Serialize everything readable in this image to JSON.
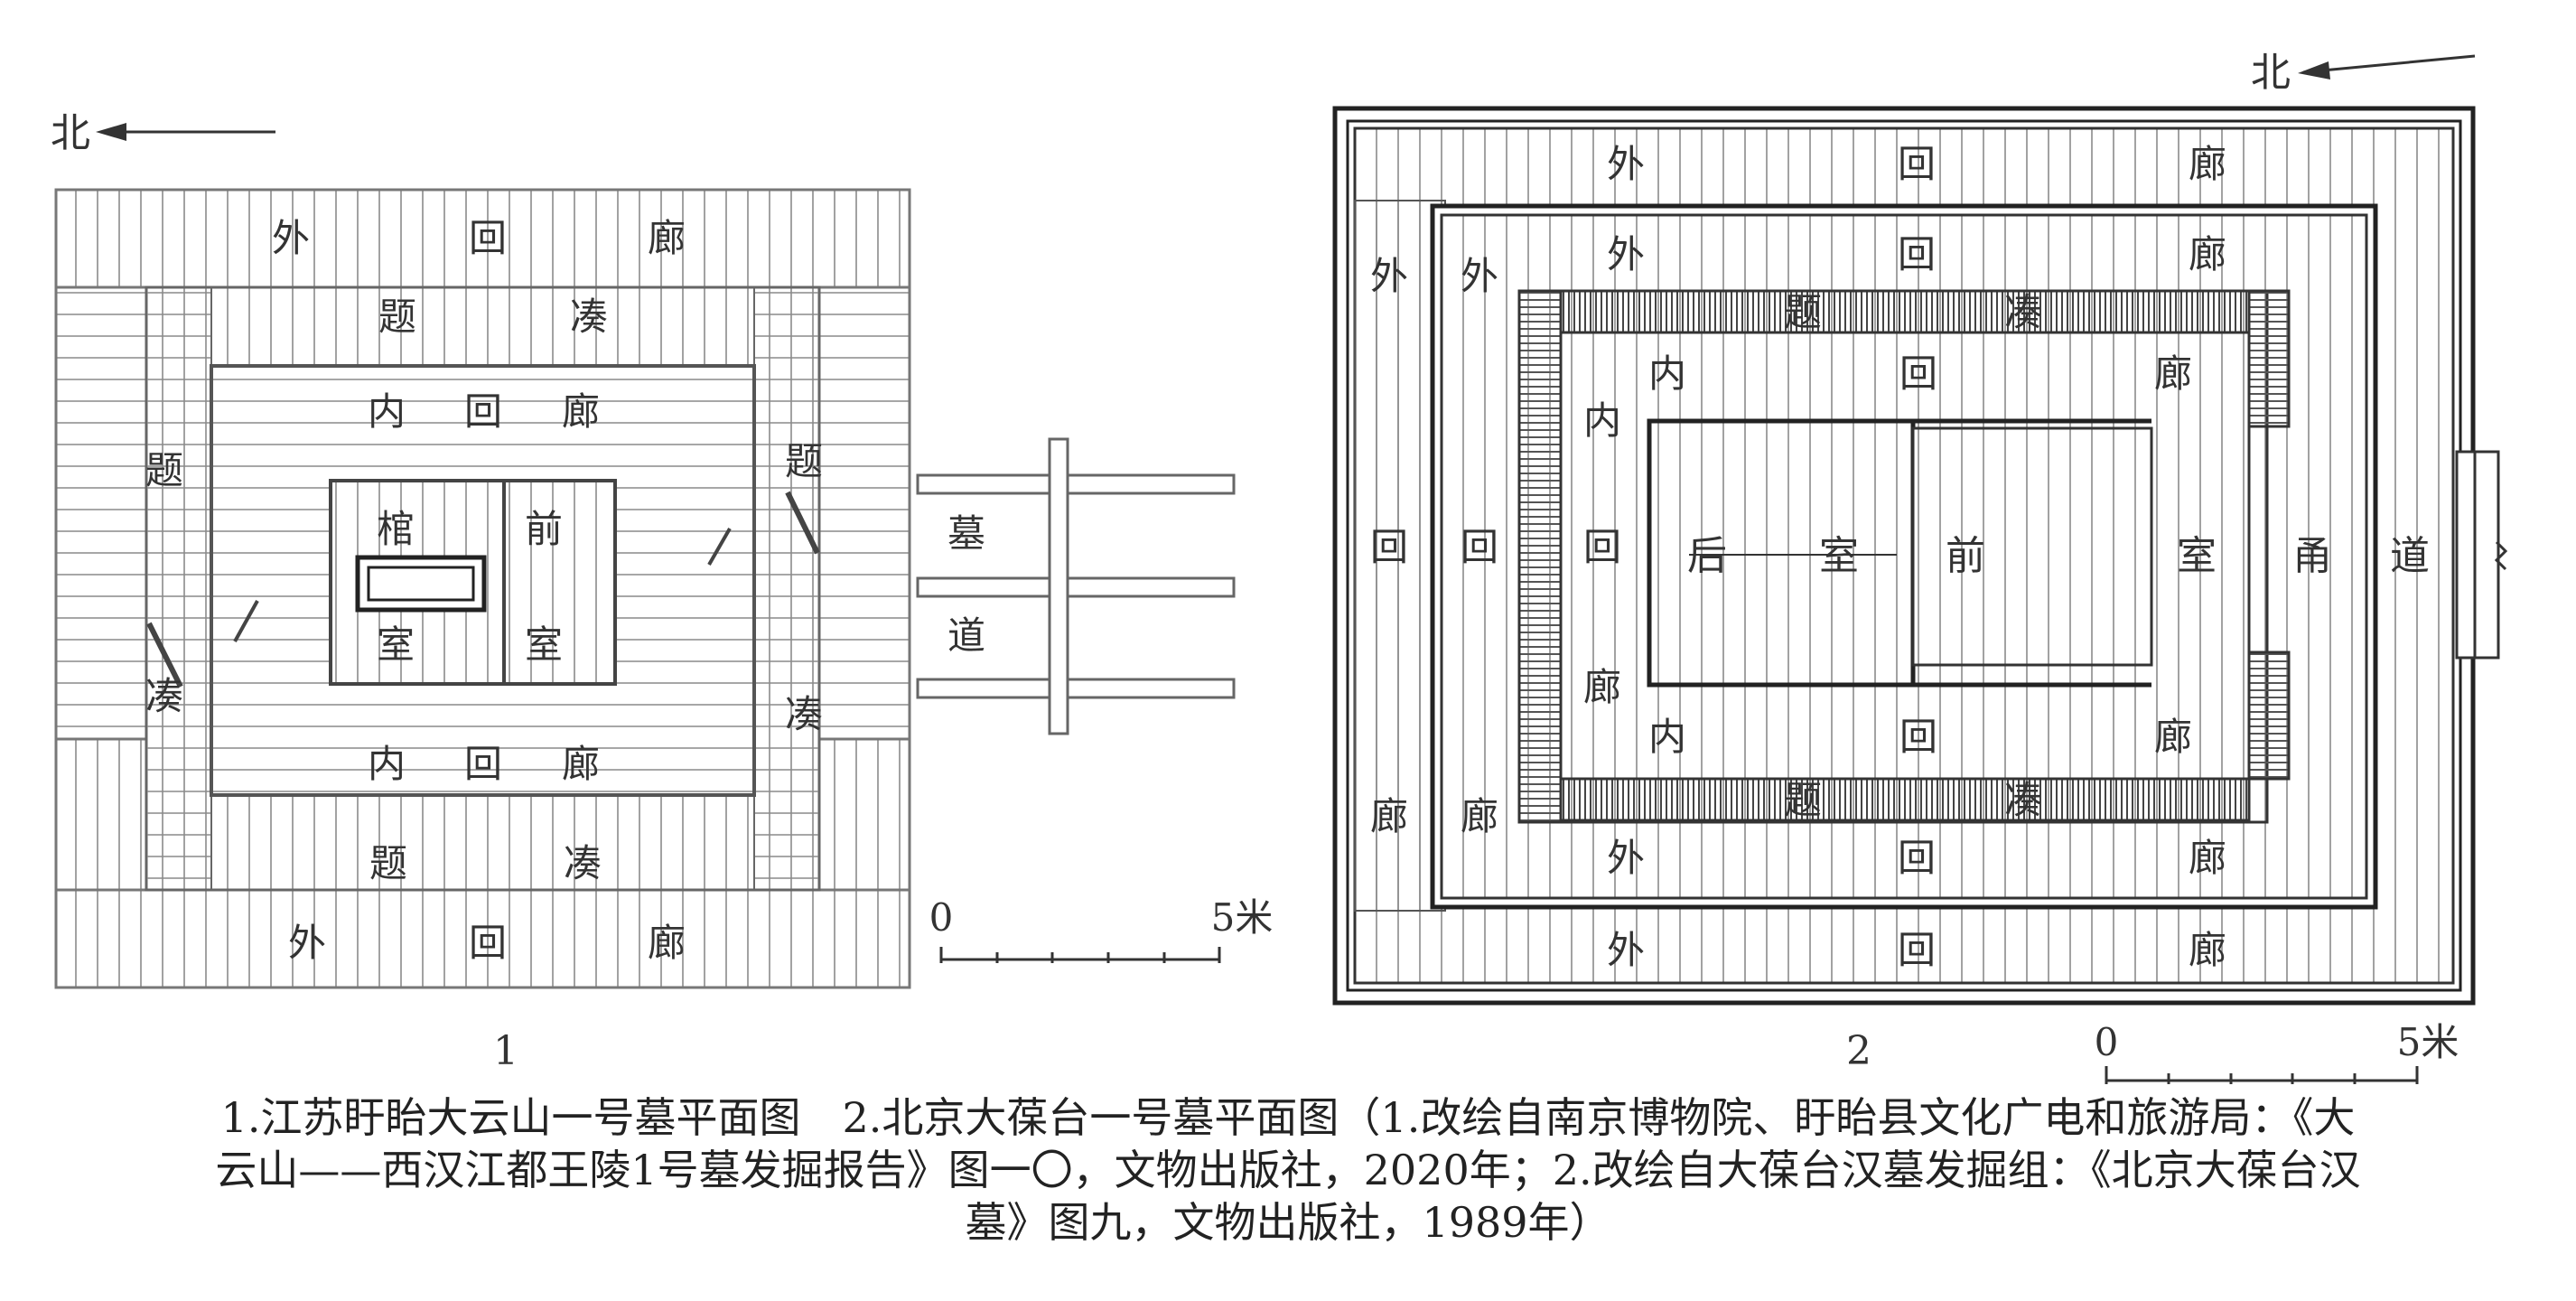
{
  "figure1": {
    "north": "北",
    "outer_corridor": [
      "外",
      "回",
      "廊"
    ],
    "ticou": [
      "题",
      "凑"
    ],
    "inner_corridor": [
      "内",
      "回",
      "廊"
    ],
    "coffin_room": [
      "棺",
      "室"
    ],
    "front_room": [
      "前",
      "室"
    ],
    "tomb_passage": [
      "墓",
      "道"
    ],
    "scale_start": "0",
    "scale_end": "5米",
    "number": "1"
  },
  "figure2": {
    "north": "北",
    "outer_corridor": [
      "外",
      "回",
      "廊"
    ],
    "ticou": [
      "题",
      "凑"
    ],
    "inner_corridor": [
      "内",
      "回",
      "廊"
    ],
    "rear_room": [
      "后",
      "室"
    ],
    "front_room": [
      "前",
      "室"
    ],
    "yong_passage": [
      "甬",
      "道"
    ],
    "scale_start": "0",
    "scale_end": "5米",
    "number": "2"
  },
  "caption": {
    "line1": "1.江苏盱眙大云山一号墓平面图　2.北京大葆台一号墓平面图（1.改绘自南京博物院、盱眙县文化广电和旅游局：《大",
    "line2": "云山——西汉江都王陵1号墓发掘报告》图一〇，文物出版社，2020年；2.改绘自大葆台汉墓发掘组：《北京大葆台汉",
    "line3": "墓》图九，文物出版社，1989年）"
  }
}
